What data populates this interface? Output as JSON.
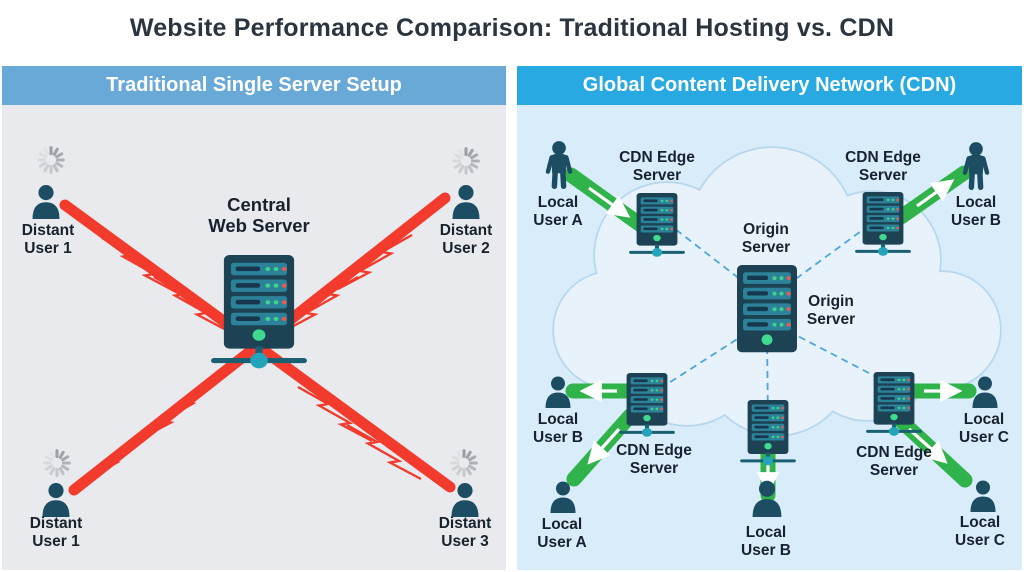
{
  "title": "Website Performance Comparison: Traditional Hosting vs. CDN",
  "left_panel": {
    "header": "Traditional Single Server Setup",
    "server_label": "Central\nWeb Server",
    "users": {
      "top_left": "Distant\nUser 1",
      "top_right": "Distant\nUser 2",
      "bottom_left": "Distant\nUser 1",
      "bottom_right": "Distant\nUser 3"
    }
  },
  "right_panel": {
    "header": "Global Content Delivery Network (CDN)",
    "origin_label_top": "Origin\nServer",
    "origin_label_side": "Origin\nServer",
    "edge_labels": {
      "top_left": "CDN Edge\nServer",
      "top_right": "CDN Edge\nServer",
      "bottom_left": "CDN Edge\nServer",
      "bottom_right": "CDN Edge\nServer"
    },
    "users": {
      "top_left": "Local\nUser A",
      "top_right": "Local\nUser B",
      "mid_left": "Local\nUser B",
      "bottom_left": "Local\nUser A",
      "bottom_middle": "Local\nUser B",
      "mid_right": "Local\nUser C",
      "bottom_right": "Local\nUser C"
    }
  },
  "colors": {
    "left_header_bg": "#69a9d8",
    "right_header_bg": "#29a9e1",
    "left_panel_bg": "#e9eaee",
    "right_panel_bg": "#d9ecfa",
    "latency_link_red": "#f23b2d",
    "cdn_link_green": "#2fb34a",
    "server_body": "#1c4254",
    "server_rack": "#2c8399",
    "user_icon": "#1d4d62",
    "cloud_fill": "#e7f2fb",
    "cloud_outline": "#b7d7ee",
    "dashed_link_blue": "#4fa5d9",
    "title_text": "#2a3540"
  }
}
